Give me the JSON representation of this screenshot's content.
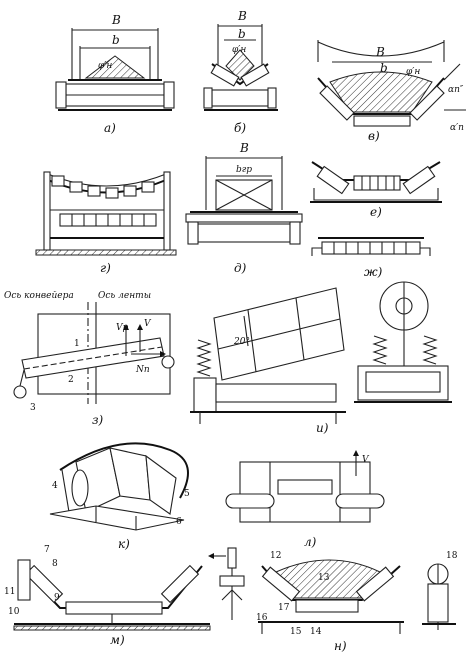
{
  "captions": {
    "a": "а)",
    "b": "б)",
    "v": "в)",
    "g": "г)",
    "d": "д)",
    "e": "е)",
    "zh": "ж)",
    "z": "з)",
    "i": "и)",
    "k": "к)",
    "l": "л)",
    "m": "м)",
    "n": "н)"
  },
  "dims": {
    "B": "B",
    "b": "b",
    "b_gr": "bгр",
    "phi": "φ′н",
    "alpha_main": "αп″",
    "alpha_sec": "α′п"
  },
  "labels": {
    "conveyor_axis": "Ось конвейера",
    "belt_axis": "Ось ленты",
    "angle20": "20°",
    "V": "V",
    "Vp": "Vр",
    "Nn": "Nп"
  },
  "numbers": [
    "1",
    "2",
    "3",
    "4",
    "5",
    "6",
    "7",
    "8",
    "9",
    "10",
    "11",
    "12",
    "13",
    "14",
    "15",
    "16",
    "17",
    "18"
  ]
}
